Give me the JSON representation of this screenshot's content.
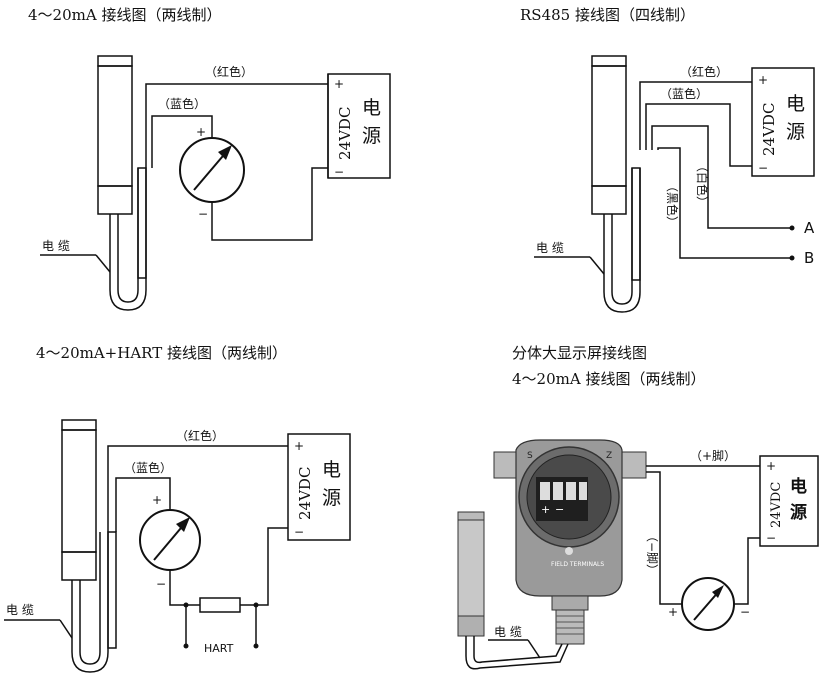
{
  "diagrams": {
    "d1": {
      "title": "4～20mA 接线图（两线制）",
      "red_wire": "（红色）",
      "blue_wire": "（蓝色）",
      "voltage": "24VDC",
      "supply": "电源",
      "plus": "+",
      "minus": "−",
      "cable": "电 缆"
    },
    "d2": {
      "title": "RS485 接线图（四线制）",
      "red_wire": "（红色）",
      "blue_wire": "（蓝色）",
      "white_wire": "（白色）",
      "black_wire": "（黑色）",
      "voltage": "24VDC",
      "supply": "电源",
      "plus": "+",
      "minus": "−",
      "terminal_a": "A",
      "terminal_b": "B",
      "cable": "电 缆"
    },
    "d3": {
      "title": "4～20mA+HART 接线图（两线制）",
      "red_wire": "（红色）",
      "blue_wire": "（蓝色）",
      "voltage": "24VDC",
      "supply": "电源",
      "plus": "+",
      "minus": "−",
      "hart": "HART",
      "cable": "电 缆"
    },
    "d4": {
      "title": "分体大显示屏接线图",
      "subtitle": "4～20mA 接线图（两线制）",
      "plus_pin": "（+脚）",
      "minus_pin": "（−脚）",
      "voltage": "24VDC",
      "supply": "电源",
      "plus": "+",
      "minus": "−",
      "cable": "电 缆",
      "field_terminals": "FIELD TERMINALS",
      "housing_s": "S",
      "housing_z": "Z"
    }
  }
}
